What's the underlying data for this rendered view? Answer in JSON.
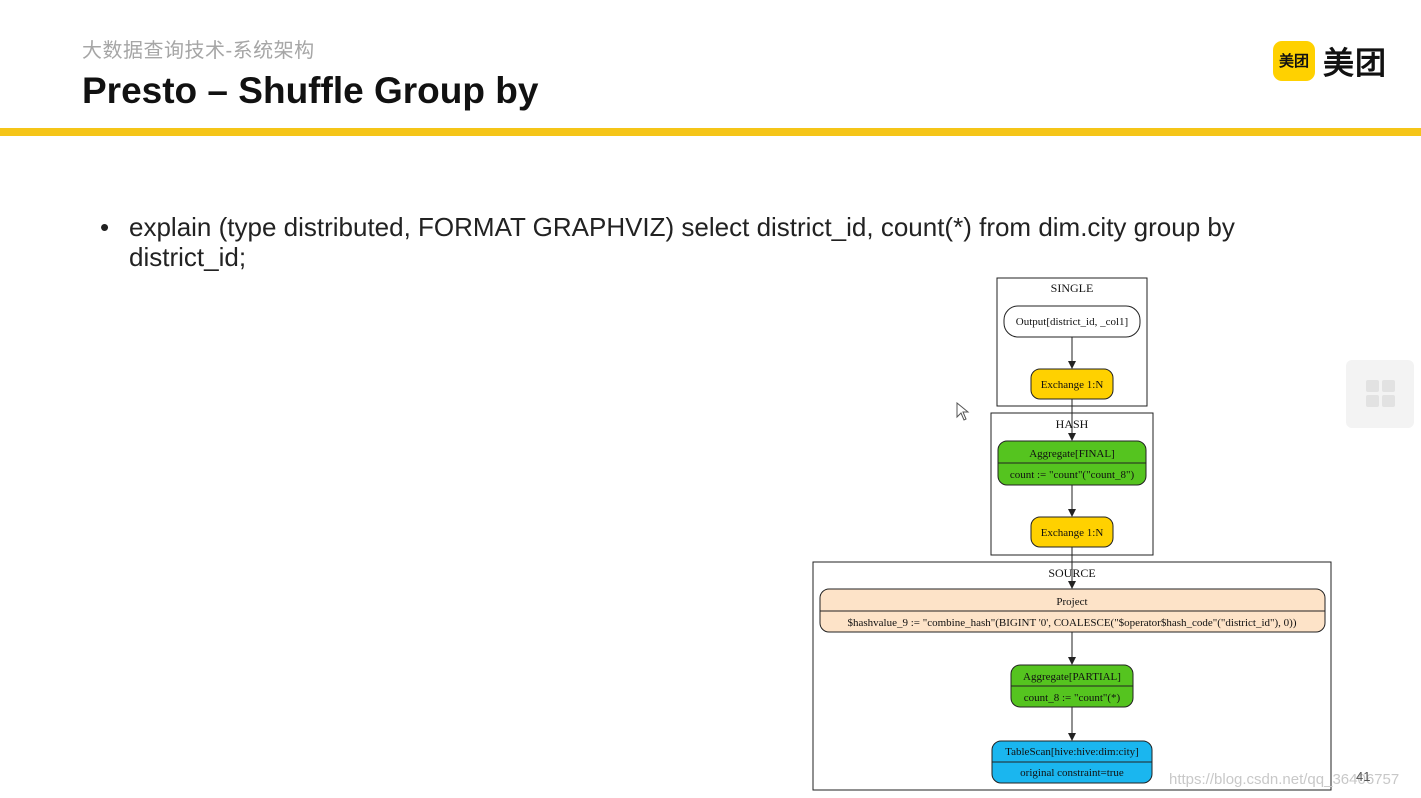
{
  "header": {
    "subtitle": "大数据查询技术-系统架构",
    "title": "Presto – Shuffle Group by",
    "logo_badge": "美团",
    "logo_text": "美团",
    "accent_color": "#f5c518"
  },
  "content": {
    "bullet": "•",
    "text": "explain (type distributed, FORMAT GRAPHVIZ) select district_id, count(*) from dim.city group by district_id;"
  },
  "graph": {
    "clusters": {
      "single": "SINGLE",
      "hash": "HASH",
      "source": "SOURCE"
    },
    "nodes": {
      "output": "Output[district_id, _col1]",
      "exchange1": "Exchange 1:N",
      "agg_final_title": "Aggregate[FINAL]",
      "agg_final_detail": "count := \"count\"(\"count_8\")",
      "exchange2": "Exchange 1:N",
      "project_title": "Project",
      "project_detail": "$hashvalue_9 := \"combine_hash\"(BIGINT '0', COALESCE(\"$operator$hash_code\"(\"district_id\"), 0))",
      "agg_partial_title": "Aggregate[PARTIAL]",
      "agg_partial_detail": "count_8 := \"count\"(*)",
      "tablescan_title": "TableScan[hive:hive:dim:city]",
      "tablescan_detail": "original constraint=true"
    },
    "colors": {
      "exchange": "#ffd100",
      "aggregate": "#55c41f",
      "project": "#fde3c8",
      "tablescan": "#1ab6ef"
    }
  },
  "footer": {
    "watermark": "https://blog.csdn.net/qq_36406757",
    "page_number": "41"
  }
}
